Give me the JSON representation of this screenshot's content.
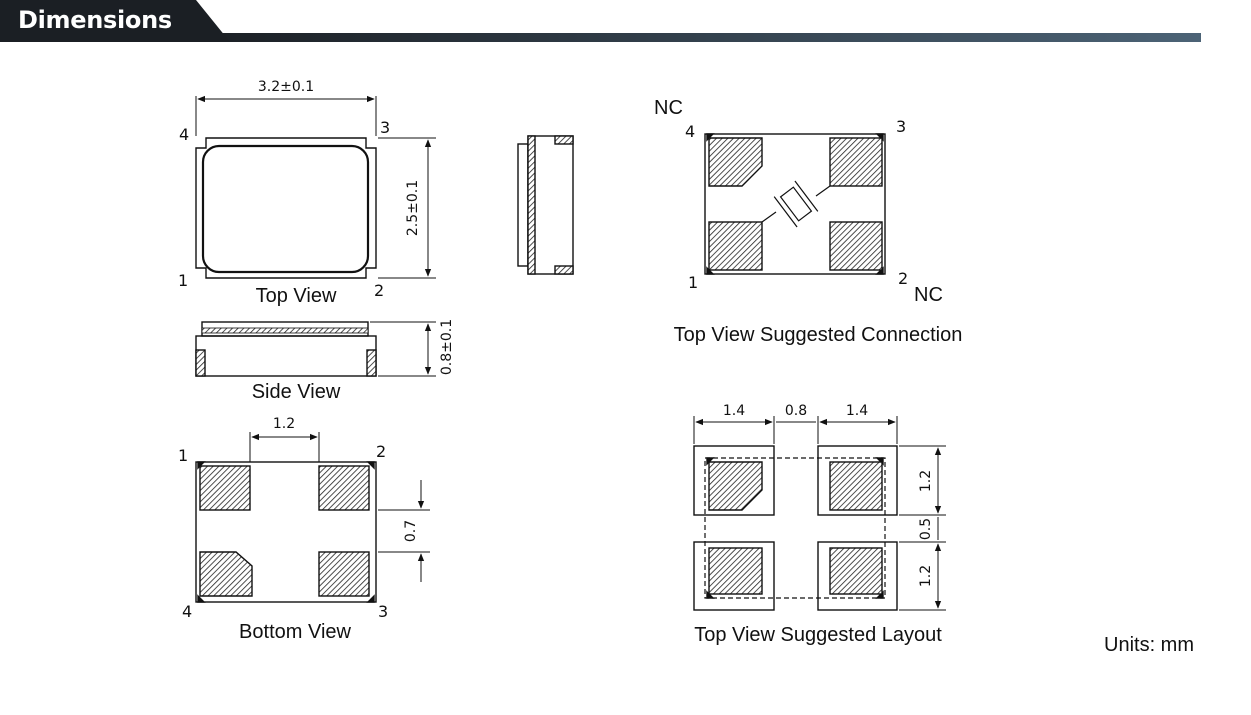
{
  "header": {
    "title": "Dimensions",
    "colors": {
      "tab": "#1b1f24",
      "bar_start": "#1b1f24",
      "bar_end": "#4c6376"
    }
  },
  "top_view": {
    "caption": "Top View",
    "width_dim": "3.2±0.1",
    "height_dim": "2.5±0.1",
    "pins": {
      "p1": "1",
      "p2": "2",
      "p3": "3",
      "p4": "4"
    }
  },
  "side_view": {
    "caption": "Side View",
    "height_dim": "0.8±0.1"
  },
  "bottom_view": {
    "caption": "Bottom View",
    "gap_dim": "1.2",
    "pad_dim": "0.7",
    "pins": {
      "p1": "1",
      "p2": "2",
      "p3": "3",
      "p4": "4"
    }
  },
  "connection_view": {
    "caption": "Top View Suggested Connection",
    "nc_top": "NC",
    "nc_bottom": "NC",
    "pins": {
      "p1": "1",
      "p2": "2",
      "p3": "3",
      "p4": "4"
    }
  },
  "layout_view": {
    "caption": "Top View Suggested Layout",
    "dims": {
      "left_pad": "1.4",
      "gap": "0.8",
      "right_pad": "1.4",
      "top_pad": "1.2",
      "mid_gap": "0.5",
      "bottom_pad": "1.2"
    }
  },
  "units": "Units: mm"
}
